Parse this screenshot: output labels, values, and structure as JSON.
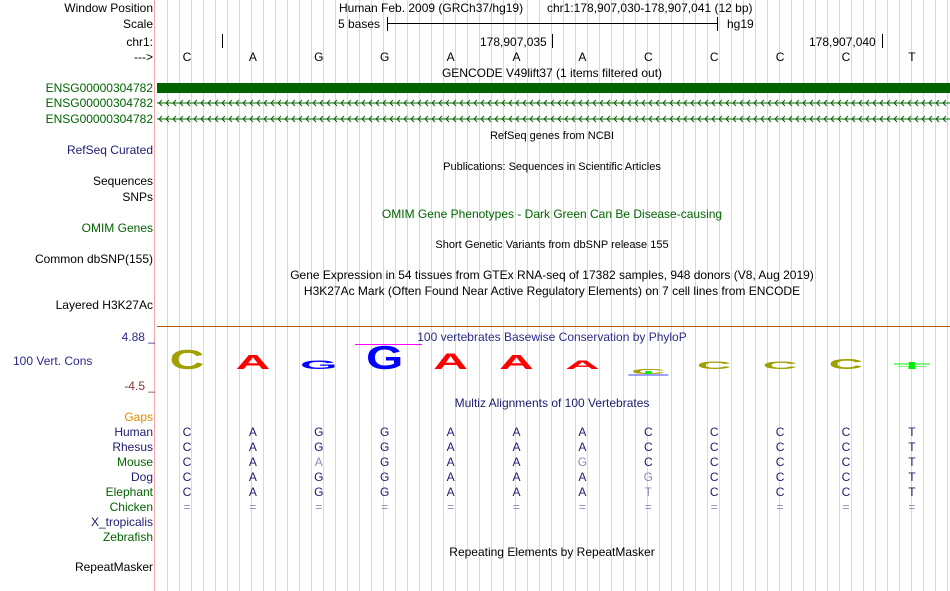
{
  "header": {
    "window_position_label": "Window Position",
    "scale_label": "Scale",
    "chr_label": "chr1:",
    "strand_label": "--->",
    "assembly": "Human Feb. 2009 (GRCh37/hg19)",
    "position": "chr1:178,907,030-178,907,041 (12 bp)",
    "scale_text": "5 bases",
    "scale_db": "hg19",
    "tick1": "178,907,035",
    "tick2": "178,907,040"
  },
  "bases": [
    "C",
    "A",
    "G",
    "G",
    "A",
    "A",
    "A",
    "C",
    "C",
    "C",
    "C",
    "T"
  ],
  "tracks": {
    "gencode_title": "GENCODE V49lift37 (1 items filtered out)",
    "gencode_items": [
      "ENSG00000304782",
      "ENSG00000304782",
      "ENSG00000304782"
    ],
    "refseq_title": "RefSeq genes from NCBI",
    "refseq_label": "RefSeq Curated",
    "publications_title": "Publications: Sequences in Scientific Articles",
    "sequences_label": "Sequences",
    "snps_label": "SNPs",
    "omim_title": "OMIM Gene Phenotypes - Dark Green Can Be Disease-causing",
    "omim_label": "OMIM Genes",
    "dbsnp_title": "Short Genetic Variants from dbSNP release 155",
    "dbsnp_label": "Common dbSNP(155)",
    "gtex_title": "Gene Expression in 54 tissues from GTEx RNA-seq of 17382 samples, 948 donors (V8, Aug 2019)",
    "h3k27ac_title": "H3K27Ac Mark (Often Found Near Active Regulatory Elements) on 7 cell lines from ENCODE",
    "h3k27ac_label": "Layered H3K27Ac",
    "cons_title": "100 vertebrates Basewise Conservation by PhyloP",
    "cons_label": "100 Vert. Cons",
    "cons_max": "4.88 _",
    "cons_min": "-4.5 _",
    "multiz_title": "Multiz Alignments of 100 Vertebrates",
    "gaps_label": "Gaps",
    "repeat_title": "Repeating Elements by RepeatMasker",
    "repeat_label": "RepeatMasker"
  },
  "phylop_scores": [
    2.0,
    1.5,
    0.9,
    2.4,
    1.6,
    1.5,
    0.9,
    -0.5,
    0.8,
    0.8,
    1.1,
    0.2
  ],
  "base_colors": {
    "A": "#ff0000",
    "C": "#a0a000",
    "G": "#0000ff",
    "T": "#00ee00"
  },
  "alignment": [
    {
      "species": "Human",
      "color": "navy",
      "bases": [
        "C",
        "A",
        "G",
        "G",
        "A",
        "A",
        "A",
        "C",
        "C",
        "C",
        "C",
        "T"
      ],
      "faint": []
    },
    {
      "species": "Rhesus",
      "color": "navy",
      "bases": [
        "C",
        "A",
        "G",
        "G",
        "A",
        "A",
        "A",
        "C",
        "C",
        "C",
        "C",
        "T"
      ],
      "faint": []
    },
    {
      "species": "Mouse",
      "color": "green",
      "bases": [
        "C",
        "A",
        "A",
        "G",
        "A",
        "A",
        "G",
        "C",
        "C",
        "C",
        "C",
        "T"
      ],
      "faint": [
        2,
        6
      ]
    },
    {
      "species": "Dog",
      "color": "navy",
      "bases": [
        "C",
        "A",
        "G",
        "G",
        "A",
        "A",
        "A",
        "G",
        "C",
        "C",
        "C",
        "T"
      ],
      "faint": [
        7
      ]
    },
    {
      "species": "Elephant",
      "color": "green",
      "bases": [
        "C",
        "A",
        "G",
        "G",
        "A",
        "A",
        "A",
        "T",
        "C",
        "C",
        "C",
        "T"
      ],
      "faint": [
        7
      ]
    },
    {
      "species": "Chicken",
      "color": "green",
      "bases": [
        "=",
        "=",
        "=",
        "=",
        "=",
        "=",
        "=",
        "=",
        "=",
        "=",
        "=",
        "="
      ],
      "faint": [
        0,
        1,
        2,
        3,
        4,
        5,
        6,
        7,
        8,
        9,
        10,
        11
      ]
    },
    {
      "species": "X_tropicalis",
      "color": "navy",
      "bases": [],
      "faint": []
    },
    {
      "species": "Zebrafish",
      "color": "green",
      "bases": [],
      "faint": []
    }
  ]
}
